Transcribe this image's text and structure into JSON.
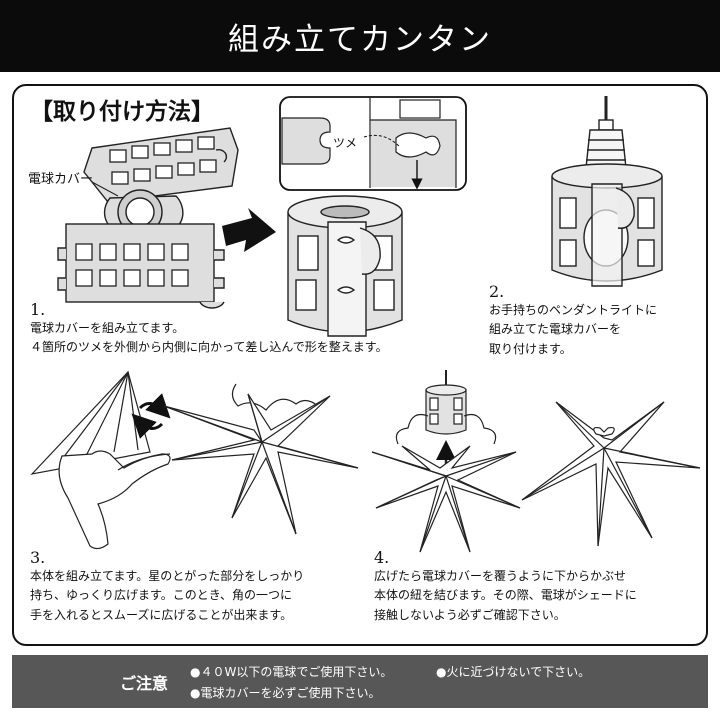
{
  "header": {
    "title": "組み立てカンタン"
  },
  "section": {
    "title": "【取り付け方法】"
  },
  "callouts": {
    "cover_label": "電球カバー",
    "tab_label": "ツメ"
  },
  "steps": [
    {
      "number": "1.",
      "lines": [
        "電球カバーを組み立てます。",
        "４箇所のツメを外側から内側に向かって差し込んで形を整えます。"
      ]
    },
    {
      "number": "2.",
      "lines": [
        "お手持ちのペンダントライトに",
        "組み立てた電球カバーを",
        "取り付けます。"
      ]
    },
    {
      "number": "3.",
      "lines": [
        "本体を組み立てます。星のとがった部分をしっかり",
        "持ち、ゆっくり広げます。このとき、角の一つに",
        "手を入れるとスムーズに広げることが出来ます。"
      ]
    },
    {
      "number": "4.",
      "lines": [
        "広げたら電球カバーを覆うように下からかぶせ",
        "本体の紐を結びます。その際、電球がシェードに",
        "接触しないよう必ずご確認下さい。"
      ]
    }
  ],
  "notice": {
    "title": "ご注意",
    "items": [
      "●４０W以下の電球でご使用下さい。",
      "●火に近づけないで下さい。",
      "●電球カバーを必ずご使用下さい。"
    ]
  }
}
